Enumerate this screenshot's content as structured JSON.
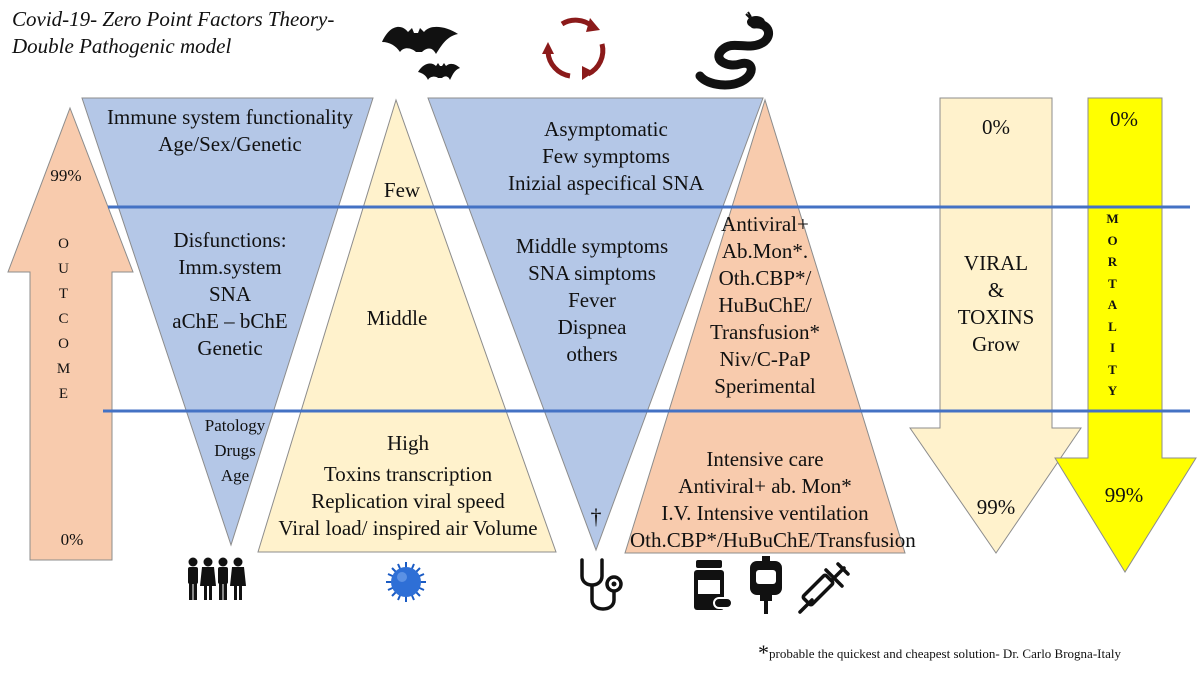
{
  "title": [
    "Covid-19- Zero Point Factors Theory-",
    "Double Pathogenic model"
  ],
  "outcome": {
    "top": "99%",
    "bottom": "0%",
    "letters": [
      "O",
      "U",
      "T",
      "C",
      "O",
      "M",
      "E"
    ]
  },
  "immune": {
    "top": [
      "Immune system functionality",
      "Age/Sex/Genetic"
    ],
    "middle": [
      "Disfunctions:",
      "Imm.system",
      "SNA",
      "aChE – bChE",
      "Genetic"
    ],
    "bottom": [
      "Patology",
      "Drugs",
      "Age"
    ]
  },
  "viral_load": {
    "top": "Few",
    "middle": "Middle",
    "bottom": [
      "High",
      "Toxins transcription",
      "Replication viral speed",
      "Viral load/ inspired air Volume"
    ]
  },
  "symptoms": {
    "top": [
      "Asymptomatic",
      "Few symptoms",
      "Inizial aspecifical SNA"
    ],
    "middle": [
      "Middle symptoms",
      "SNA simptoms",
      "Fever",
      "Dispnea",
      "others"
    ],
    "bottom_symbol": "†"
  },
  "therapy": {
    "middle": [
      "Antiviral+",
      "Ab.Mon*.",
      "Oth.CBP*/",
      "HuBuChE/",
      "Transfusion*",
      "Niv/C-PaP",
      "Sperimental"
    ],
    "bottom": [
      "Intensive care",
      "Antiviral+ ab. Mon*",
      "I.V. Intensive ventilation",
      "Oth.CBP*/HuBuChE/Transfusion"
    ]
  },
  "viral_toxins": {
    "top": "0%",
    "middle": [
      "VIRAL",
      "&",
      "TOXINS",
      "Grow"
    ],
    "bottom": "99%"
  },
  "mortality": {
    "top": "0%",
    "bottom": "99%",
    "letters": [
      "M",
      "O",
      "R",
      "T",
      "A",
      "L",
      "I",
      "T",
      "Y"
    ]
  },
  "footnote": {
    "star": "*",
    "text": "probable the quickest and cheapest solution- Dr. Carlo Brogna-Italy"
  },
  "colors": {
    "blue": "#b4c7e7",
    "salmon": "#f8cbad",
    "cream": "#fff2cc",
    "yellow": "#ffff00",
    "line": "#4472c4",
    "virus": "#2e6fd6",
    "cycle": "#8b1a1a"
  },
  "icons": [
    "bat-icon",
    "cycle-arrows-icon",
    "snake-icon",
    "people-icon",
    "virus-icon",
    "stethoscope-icon",
    "pill-bottle-icon",
    "iv-bag-icon",
    "syringe-icon"
  ]
}
